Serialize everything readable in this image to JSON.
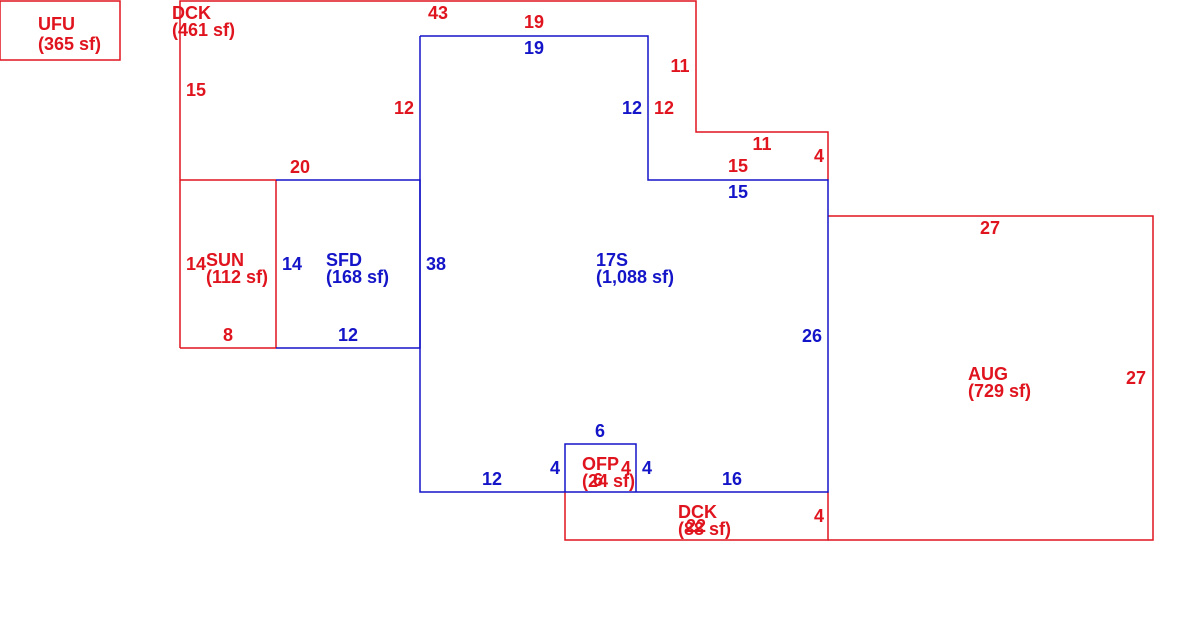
{
  "colors": {
    "red": "#e0141e",
    "blue": "#1414c8"
  },
  "areas": {
    "ufu": {
      "name": "UFU",
      "area": "(365 sf)"
    },
    "dck_top": {
      "name": "DCK",
      "area": "(461 sf)"
    },
    "sun": {
      "name": "SUN",
      "area": "(112 sf)"
    },
    "sfd": {
      "name": "SFD",
      "area": "(168 sf)"
    },
    "main": {
      "name": "17S",
      "area": "(1,088 sf)"
    },
    "aug": {
      "name": "AUG",
      "area": "(729 sf)"
    },
    "ofp": {
      "name": "OFP",
      "area": "(24 sf)"
    },
    "dck_bottom": {
      "name": "DCK",
      "area": "(88 sf)"
    }
  },
  "dimensions": {
    "dck_top_43": "43",
    "dck_top_19": "19",
    "dck_top_11_right": "11",
    "dck_top_12_left": "12",
    "dck_top_12_right": "12",
    "dck_top_11_step": "11",
    "dck_top_4": "4",
    "dck_top_15_inner": "15",
    "dck_top_15_left": "15",
    "dck_top_20": "20",
    "main_19": "19",
    "main_12_right": "12",
    "main_15": "15",
    "main_38": "38",
    "main_26": "26",
    "main_12_bottom": "12",
    "main_16": "16",
    "ofp_6": "6",
    "ofp_4_left": "4",
    "ofp_4_right": "4",
    "ofp_4_inner": "4",
    "ofp_6_inner": "6",
    "sun_14": "14",
    "sun_8": "8",
    "sfd_14": "14",
    "sfd_12": "12",
    "aug_27_top": "27",
    "aug_27_right": "27",
    "dck_bottom_22": "22",
    "dck_bottom_4": "4"
  }
}
